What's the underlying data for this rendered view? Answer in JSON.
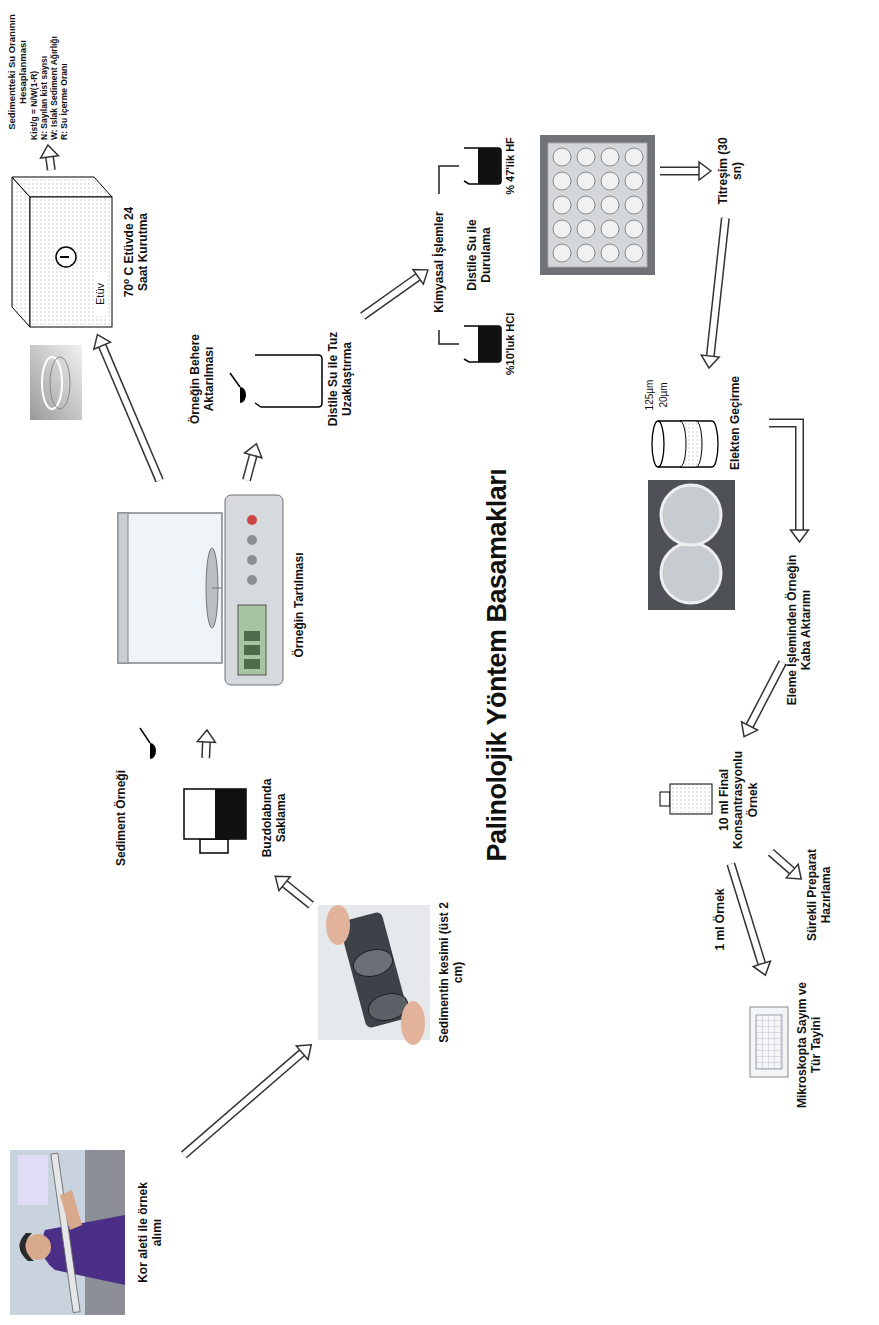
{
  "diagram": {
    "title": "Palinolojik Yöntem Basamakları",
    "nodes": [
      {
        "text": [
          "Kor aleti ile örnek alımı"
        ]
      },
      {
        "text": [
          "Sedimentin kesimi (üst 2 cm)"
        ]
      },
      {
        "text": [
          "Sediment Örneği",
          "Buzdolabında Saklama"
        ]
      },
      {
        "text": [
          "Örneğin Tartılması"
        ]
      },
      {
        "text": [
          "Etüv",
          "70⁰ C Etüvde 24 Saat Kurutma"
        ]
      },
      {
        "text": [
          "Sedimentteki Su Oranının Hesaplanması",
          "Kist/g = N/W(1-R)",
          "N: Sayılan kist sayısı",
          "W: Islak Sediment Ağırlığı",
          "R: Su İçerme Oranı"
        ]
      },
      {
        "text": [
          "Örneğin Behere Aktarılması",
          "Distile Su ile Tuz Uzaklaştırma"
        ]
      },
      {
        "text": [
          "Kimyasal İşlemler"
        ]
      },
      {
        "text": [
          "%10'luk HCl"
        ]
      },
      {
        "text": [
          "% 47'lik HF"
        ]
      },
      {
        "text": [
          "Titreşim (30 sn)"
        ]
      },
      {
        "text": [
          "125µm",
          "20µm",
          "Elekten Geçirme"
        ]
      },
      {
        "text": [
          "Eleme İşleminden Örneğin Kaba Aktarımı"
        ]
      },
      {
        "text": [
          "10 ml Final Konsantrasyonlu Örnek"
        ]
      },
      {
        "text": [
          "Mikroskopta Sayım ve Tür Tayini"
        ]
      },
      {
        "text": [
          "Sürekli Preparat Hazırlama"
        ]
      }
    ],
    "edges": [
      {
        "from": 0,
        "to": 1,
        "arrow": "to"
      },
      {
        "from": 1,
        "to": 2,
        "arrow": "to"
      },
      {
        "from": 2,
        "to": 3,
        "arrow": "to"
      },
      {
        "from": 3,
        "to": 4,
        "arrow": "to"
      },
      {
        "from": 4,
        "to": 5,
        "arrow": "to"
      },
      {
        "from": 3,
        "to": 6,
        "arrow": "to"
      },
      {
        "from": 6,
        "to": 7,
        "arrow": "to"
      },
      {
        "from": 7,
        "to": 8,
        "arrow": "none"
      },
      {
        "from": 7,
        "to": 9,
        "arrow": "none"
      },
      {
        "from": 10,
        "to": 11,
        "arrow": "to"
      },
      {
        "from": 11,
        "to": 12,
        "arrow": "to"
      },
      {
        "from": 12,
        "to": 13,
        "arrow": "to"
      },
      {
        "from": 13,
        "to": 14,
        "label": "1 ml Örnek",
        "arrow": "to"
      },
      {
        "from": 13,
        "to": 15,
        "arrow": "to"
      }
    ],
    "labels": [
      "Distile Su ile Durulama"
    ]
  }
}
